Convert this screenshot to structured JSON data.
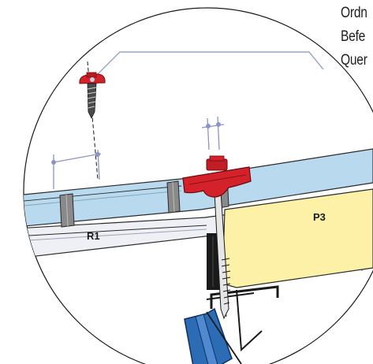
{
  "caption": {
    "line1": "Ordn",
    "line2": "Befe",
    "line3": "Quer"
  },
  "labels": {
    "rail": "R1",
    "panel": "P3"
  },
  "colors": {
    "fastener_cap": "#d4222b",
    "glazing": "#b9d9ee",
    "panel": "#fdf1a8",
    "bracket": "#2b6cb5",
    "leader_line": "#9aa6c8"
  }
}
